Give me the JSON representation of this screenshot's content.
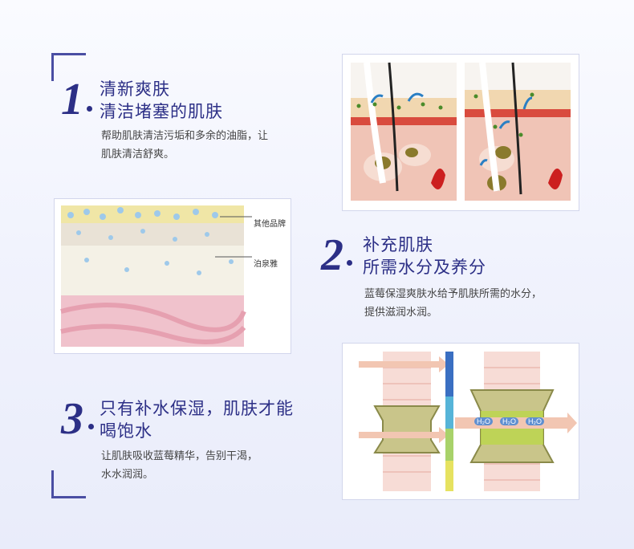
{
  "sections": [
    {
      "number": "1",
      "title_lines": [
        "清新爽肤",
        "清洁堵塞的肌肤"
      ],
      "desc_lines": [
        "帮助肌肤清洁污垢和多余的油脂，让",
        "肌肤清洁舒爽。"
      ]
    },
    {
      "number": "2",
      "title_lines": [
        "补充肌肤",
        "所需水分及养分"
      ],
      "desc_lines": [
        "蓝莓保湿爽肤水给予肌肤所需的水分，",
        "提供滋润水润。"
      ]
    },
    {
      "number": "3",
      "title_lines": [
        "只有补水保湿，肌肤才能",
        "喝饱水"
      ],
      "desc_lines": [
        "让肌肤吸收蓝莓精华，告别干渴，",
        "水水润润。"
      ]
    }
  ],
  "diagrams": {
    "skin_layers_labels": [
      "其他品牌",
      "泊泉雅"
    ],
    "water_molecule_label": "H₂O"
  },
  "colors": {
    "accent": "#2c2f86",
    "text": "#444444",
    "background": "#f1f3fd"
  }
}
